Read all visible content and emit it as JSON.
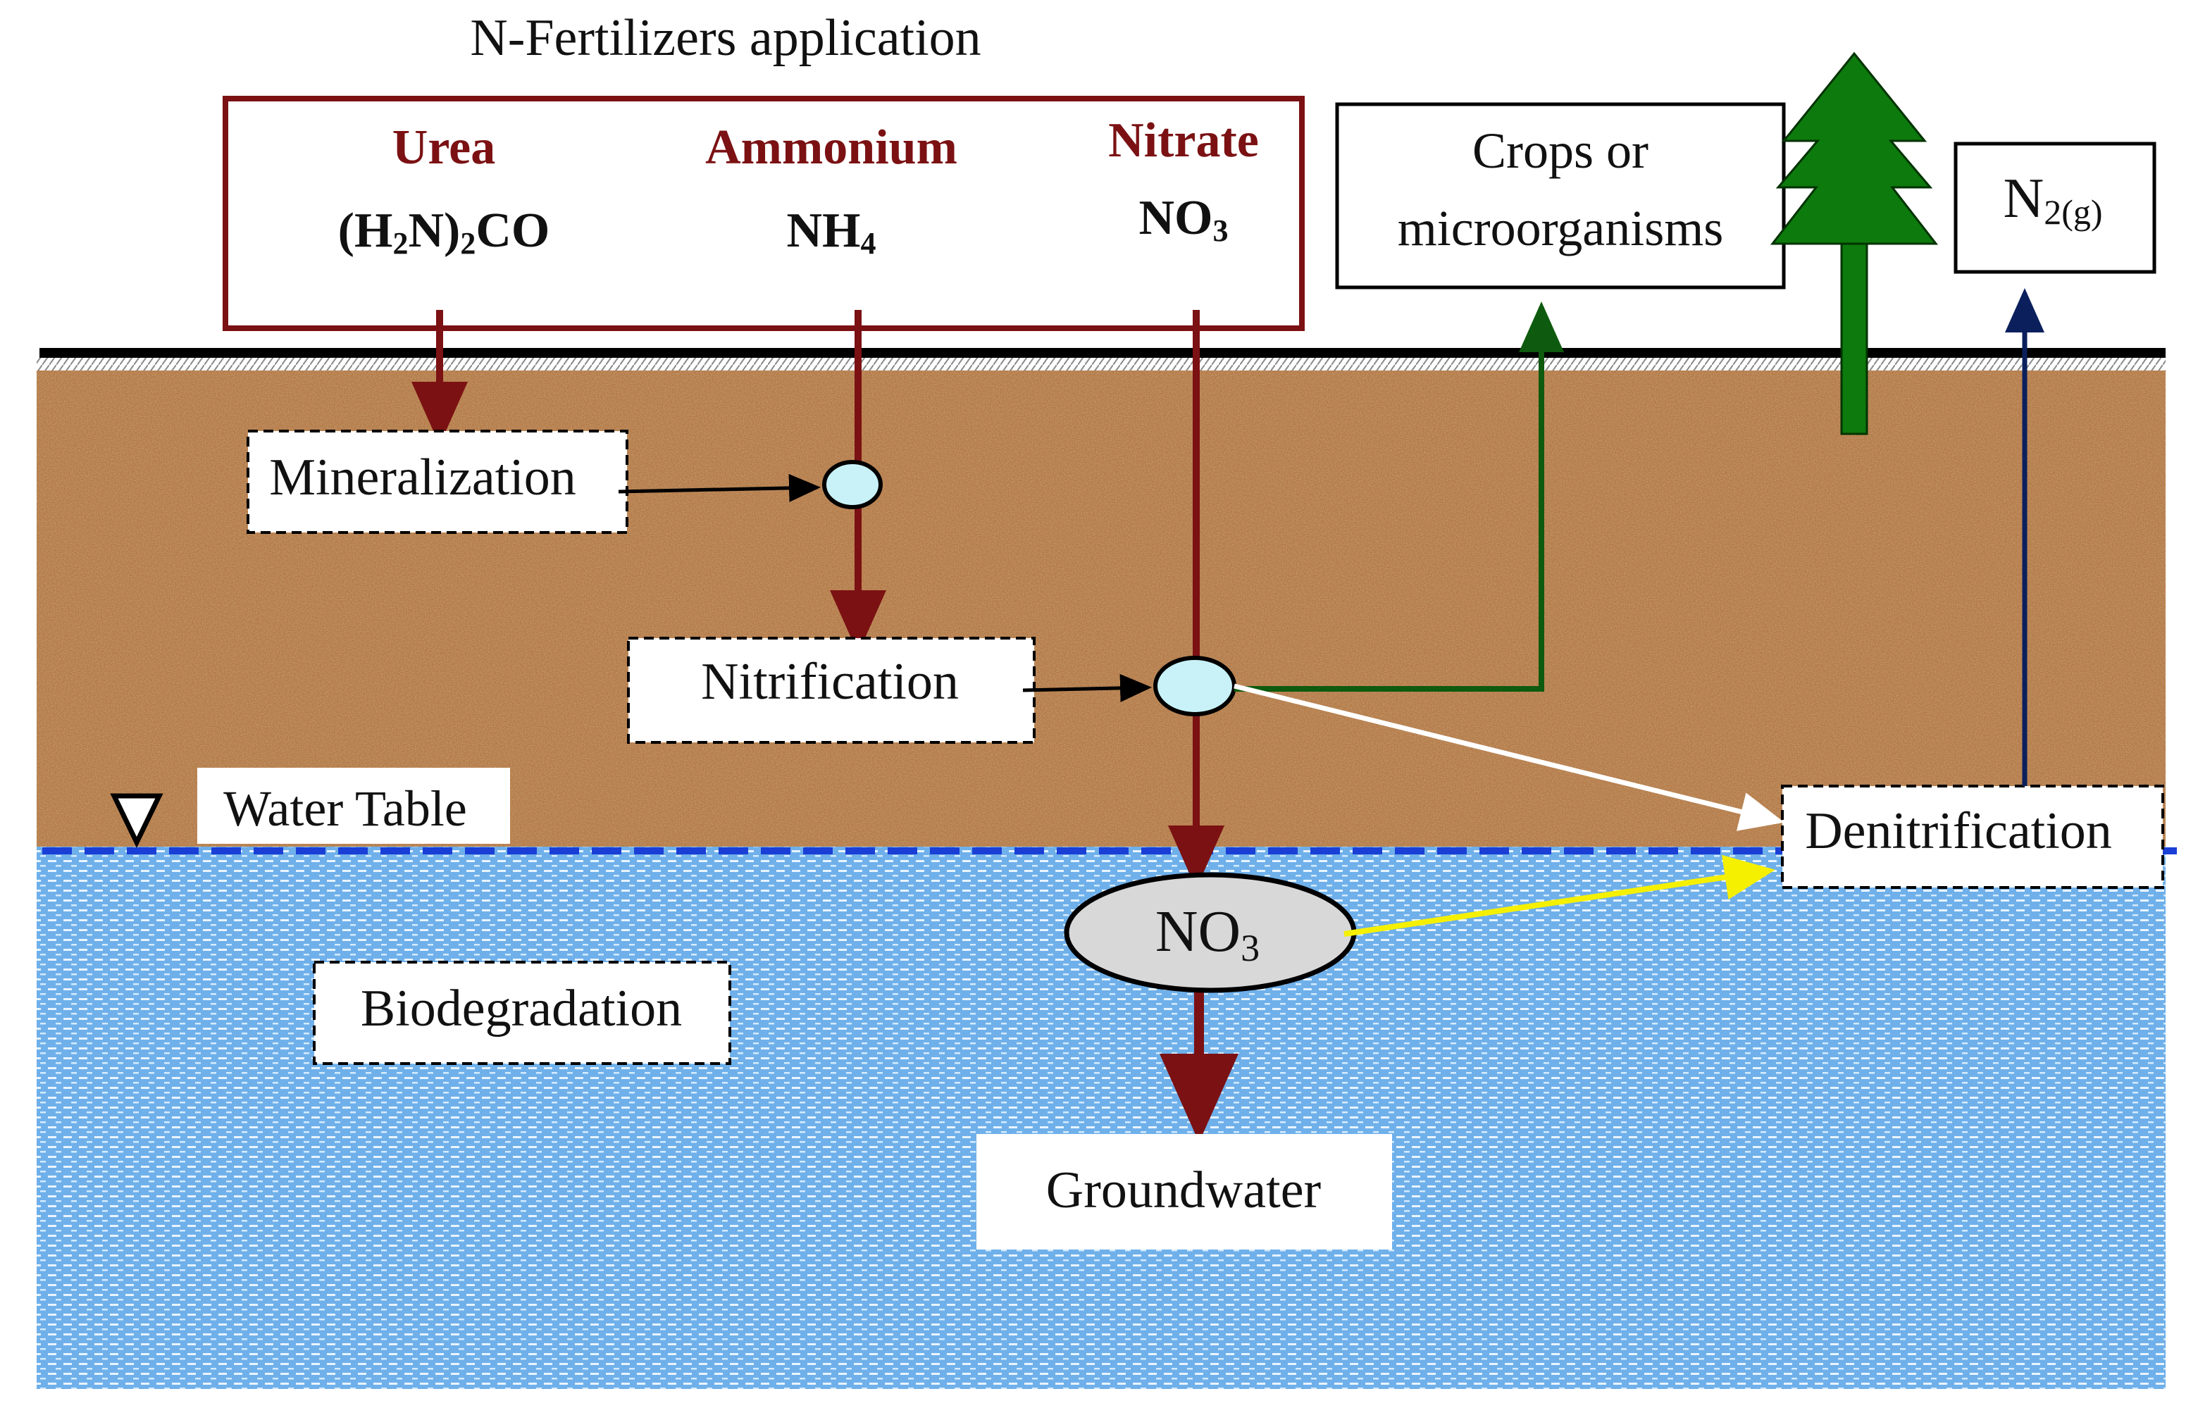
{
  "title": "N-Fertilizers application",
  "fertilizers": {
    "urea": {
      "name": "Urea",
      "formula_main": "(H",
      "formula_sub1": "2",
      "formula_mid": "N)",
      "formula_sub2": "2",
      "formula_end": "CO"
    },
    "ammonium": {
      "name": "Ammonium",
      "formula_main": "NH",
      "formula_sub": "4"
    },
    "nitrate": {
      "name": "Nitrate",
      "formula_main": "NO",
      "formula_sub": "3"
    }
  },
  "crops_box": {
    "line1": "Crops or",
    "line2": "microorganisms"
  },
  "n2_box": {
    "main": "N",
    "sub": "2(g)"
  },
  "processes": {
    "mineralization": "Mineralization",
    "nitrification": "Nitrification",
    "denitrification": "Denitrification",
    "biodegradation": "Biodegradation"
  },
  "water_table_label": "Water Table",
  "no3_ellipse": {
    "main": "NO",
    "sub": "3"
  },
  "groundwater_label": "Groundwater",
  "colors": {
    "fertilizer_red": "#7b1113",
    "crop_green": "#0e5a0e",
    "n2_blue": "#0b1f5c",
    "tree_green": "#0d7a0d",
    "water_blue": "#1a3fd6",
    "yellow_arrow": "#f5f000",
    "soil_base": "#b57a48",
    "water_base": "#7ab8ec",
    "node_fill": "#c8f2f8"
  }
}
